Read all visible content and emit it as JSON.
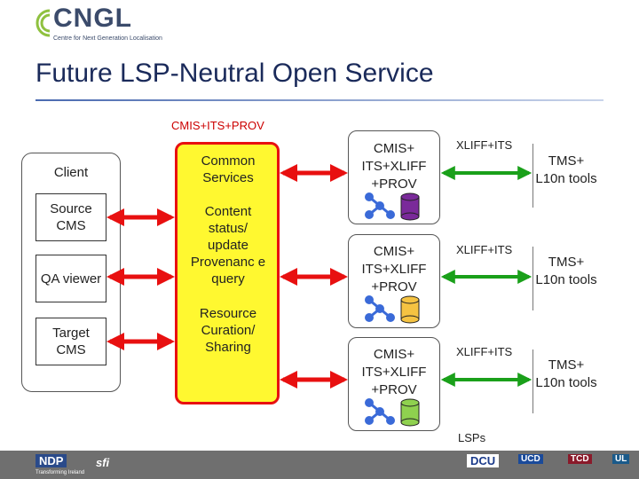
{
  "header": {
    "logo_text": "CNGL",
    "logo_tagline": "Centre for Next Generation Localisation"
  },
  "title": "Future LSP-Neutral Open Service",
  "cmis_label": "CMIS+ITS+PROV",
  "client": {
    "label": "Client",
    "items": [
      "Source CMS",
      "QA viewer",
      "Target CMS"
    ]
  },
  "common_services": {
    "heading": "Common Services",
    "items": [
      "Content status/ update Provenanc e query",
      "Resource Curation/ Sharing"
    ]
  },
  "lsps": [
    {
      "label": "CMIS+ ITS+XLIFF +PROV",
      "db_color": "#7a2a9a",
      "link_label": "XLIFF+ITS",
      "tms": "TMS+ L10n tools"
    },
    {
      "label": "CMIS+ ITS+XLIFF +PROV",
      "db_color": "#f5c342",
      "link_label": "XLIFF+ITS",
      "tms": "TMS+ L10n tools"
    },
    {
      "label": "CMIS+ ITS+XLIFF +PROV",
      "db_color": "#8fd14f",
      "link_label": "XLIFF+ITS",
      "tms": "TMS+ L10n tools"
    }
  ],
  "lsps_label": "LSPs",
  "footer": {
    "logos": [
      "NDP",
      "sfi",
      "DCU",
      "UCD",
      "TCD",
      "UL"
    ],
    "ndp_tagline": "Transforming Ireland"
  },
  "colors": {
    "red_arrow": "#e81010",
    "green_arrow": "#1aa01a",
    "network_icon": "#3a6ad8"
  }
}
